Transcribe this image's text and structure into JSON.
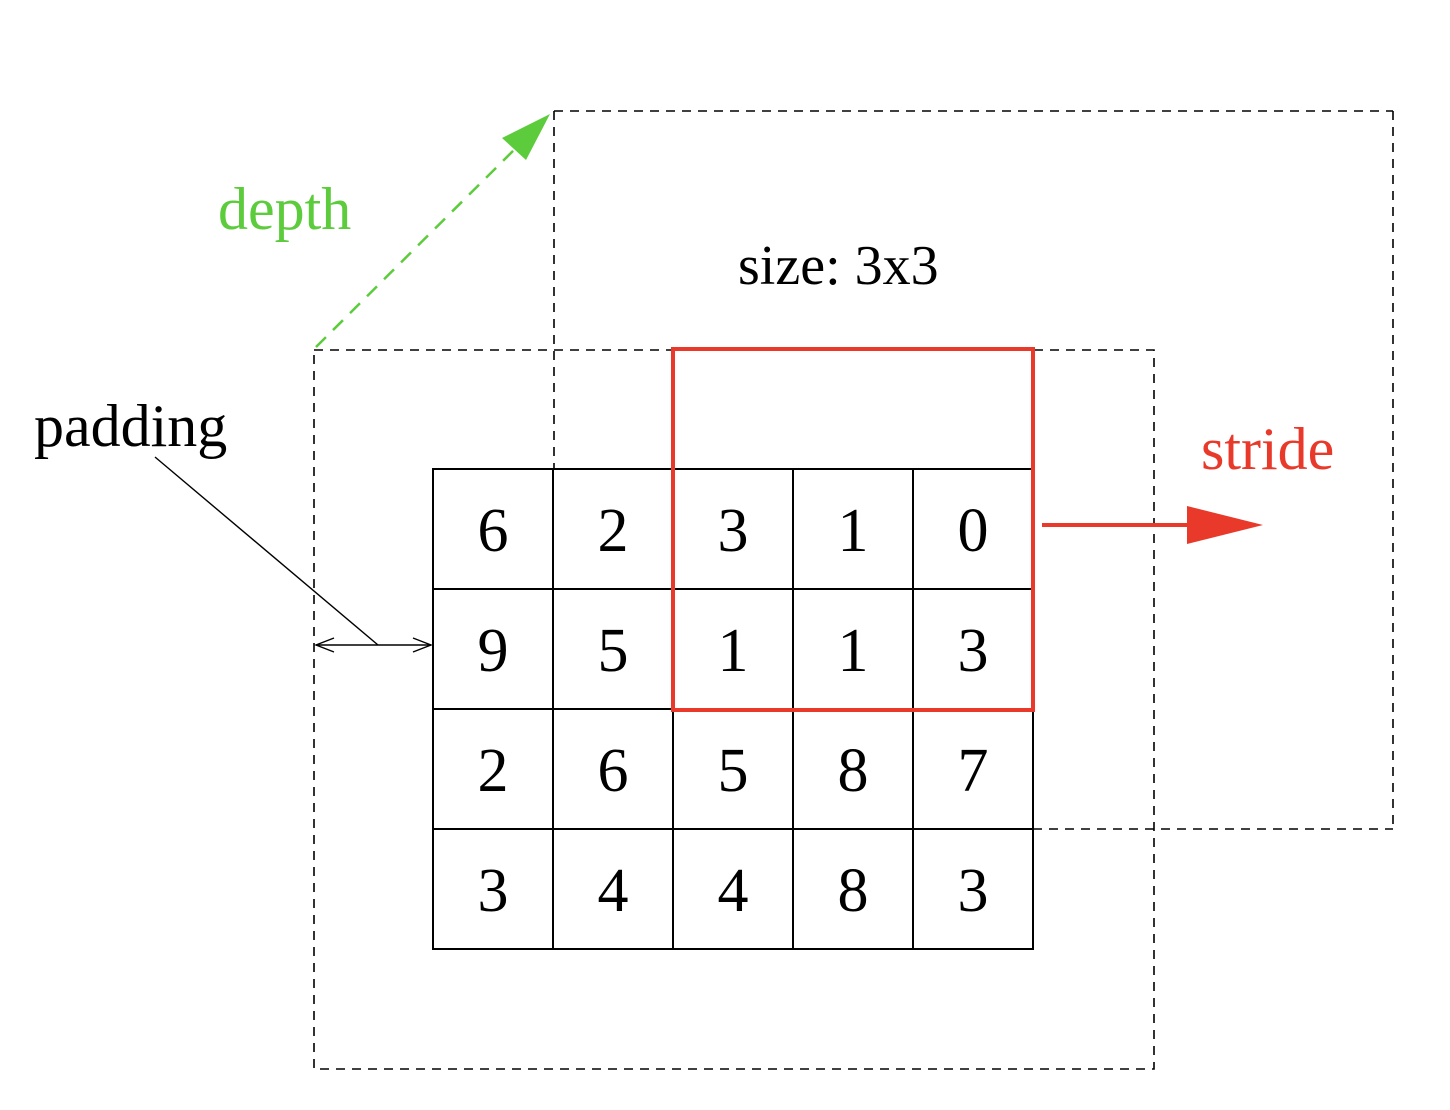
{
  "colors": {
    "depth": "#5ccc3c",
    "stride": "#e8392a",
    "line": "#000000",
    "background": "#ffffff"
  },
  "labels": {
    "depth": "depth",
    "size": "size: 3x3",
    "padding": "padding",
    "stride": "stride"
  },
  "grid": {
    "rows": [
      [
        "6",
        "2",
        "3",
        "1",
        "0"
      ],
      [
        "9",
        "5",
        "1",
        "1",
        "3"
      ],
      [
        "2",
        "6",
        "5",
        "8",
        "7"
      ],
      [
        "3",
        "4",
        "4",
        "8",
        "3"
      ]
    ]
  }
}
